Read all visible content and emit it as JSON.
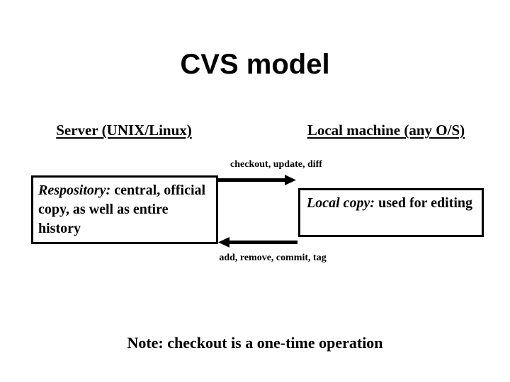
{
  "slide": {
    "title": "CVS model",
    "background_color": "#ffffff",
    "text_color": "#000000"
  },
  "headings": {
    "server": "Server (UNIX/Linux)",
    "local": "Local machine (any O/S)"
  },
  "boxes": {
    "repository": {
      "term": "Respository:",
      "description": " central, official copy, as well as entire history"
    },
    "local_copy": {
      "term": "Local copy:",
      "description": " used for editing"
    }
  },
  "arrows": {
    "top": {
      "label": "checkout, update, diff",
      "direction": "right",
      "color": "#000000"
    },
    "bottom": {
      "label": "add, remove, commit, tag",
      "direction": "left",
      "color": "#000000"
    }
  },
  "footer": {
    "note": "Note:  checkout is a one-time operation"
  }
}
